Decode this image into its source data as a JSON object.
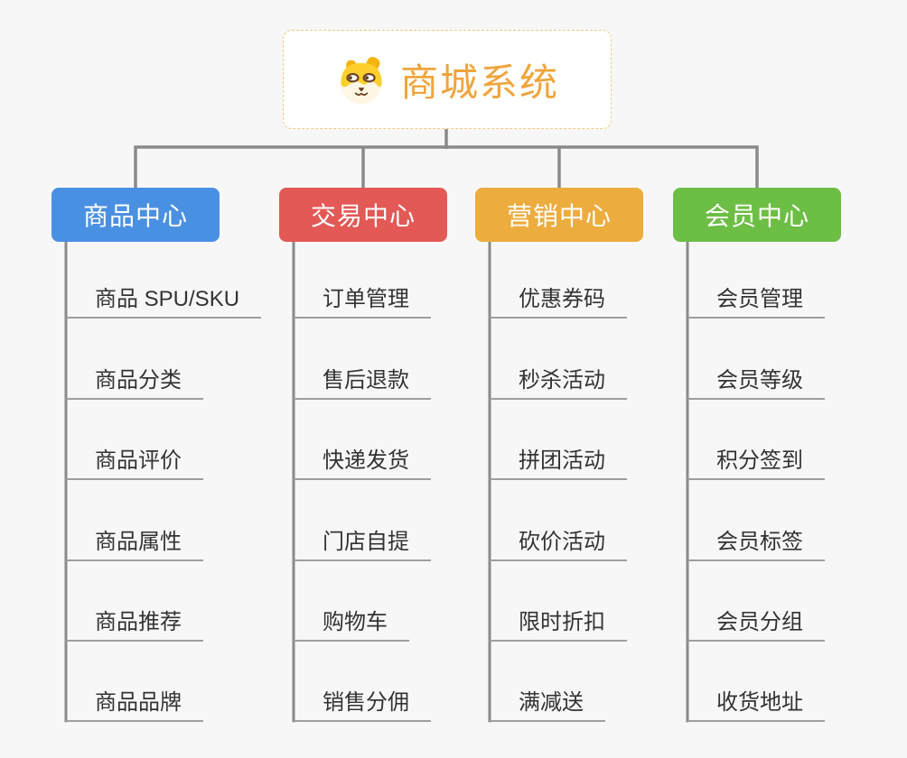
{
  "root": {
    "title": "商城系统",
    "icon": "dog-face-icon",
    "title_color": "#f0a53c",
    "border_color": "#f3c87d"
  },
  "theme": {
    "background": "#f7f7f7",
    "connector_color": "#8a8a8a",
    "underline_color": "#9e9e9e",
    "item_text_color": "#333333",
    "node_text_color": "#ffffff"
  },
  "branches": [
    {
      "id": "product-center",
      "label": "商品中心",
      "color": "#4a90e2",
      "items": [
        "商品 SPU/SKU",
        "商品分类",
        "商品评价",
        "商品属性",
        "商品推荐",
        "商品品牌"
      ]
    },
    {
      "id": "trade-center",
      "label": "交易中心",
      "color": "#e25956",
      "items": [
        "订单管理",
        "售后退款",
        "快递发货",
        "门店自提",
        "购物车",
        "销售分佣"
      ]
    },
    {
      "id": "marketing-center",
      "label": "营销中心",
      "color": "#edac3e",
      "items": [
        "优惠券码",
        "秒杀活动",
        "拼团活动",
        "砍价活动",
        "限时折扣",
        "满减送"
      ]
    },
    {
      "id": "member-center",
      "label": "会员中心",
      "color": "#6dbe45",
      "items": [
        "会员管理",
        "会员等级",
        "积分签到",
        "会员标签",
        "会员分组",
        "收货地址"
      ]
    }
  ]
}
